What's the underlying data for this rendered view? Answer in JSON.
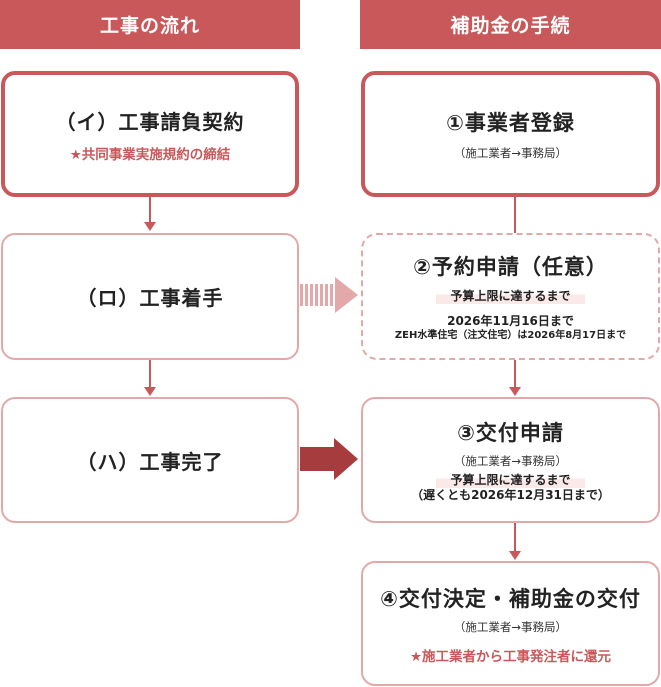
{
  "headers": {
    "left": "工事の流れ",
    "right": "補助金の手続"
  },
  "left_steps": [
    {
      "title": "（イ）工事請負契約",
      "note": "★共同事業実施規約の締結"
    },
    {
      "title": "（ロ）工事着手"
    },
    {
      "title": "（ハ）工事完了"
    }
  ],
  "right_steps": {
    "s1": {
      "title": "①事業者登録",
      "sub": "（施工業者→事務局）"
    },
    "s2": {
      "title": "②予約申請（任意）",
      "line1": "予算上限に達するまで",
      "line2": "2026年11月16日まで",
      "line3": "ZEH水準住宅（注文住宅）は2026年8月17日まで"
    },
    "s3": {
      "title": "③交付申請",
      "sub": "（施工業者→事務局）",
      "line1": "予算上限に達するまで",
      "line2": "（遅くとも2026年12月31日まで）"
    },
    "s4": {
      "title": "④交付決定・補助金の交付",
      "sub": "（施工業者→事務局）",
      "note": "★施工業者から工事発注者に還元"
    }
  },
  "colors": {
    "primary": "#c9585a",
    "light": "#e3a9aa",
    "dark_arrow": "#a63c3e"
  }
}
